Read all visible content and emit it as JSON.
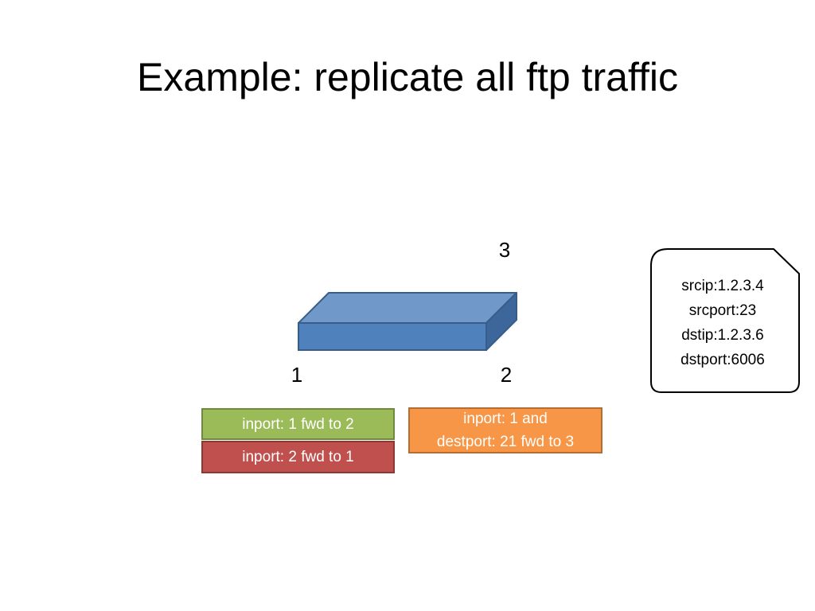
{
  "title": "Example: replicate all ftp traffic",
  "switch": {
    "ports": {
      "port1": "1",
      "port2": "2",
      "port3": "3"
    },
    "colors": {
      "top": "#7098C8",
      "front": "#4F81BD",
      "side": "#3D679A",
      "stroke": "#385D8A"
    }
  },
  "rules": {
    "green": {
      "text": "inport: 1 fwd to 2",
      "color": "#9BBB59"
    },
    "red": {
      "text": "inport: 2 fwd to 1",
      "color": "#C0504D"
    },
    "orange": {
      "line1": "inport: 1 and",
      "line2": "destport: 21 fwd to 3",
      "color": "#F79646"
    }
  },
  "packet": {
    "lines": [
      "srcip:1.2.3.4",
      "srcport:23",
      "dstip:1.2.3.6",
      "dstport:6006"
    ]
  }
}
